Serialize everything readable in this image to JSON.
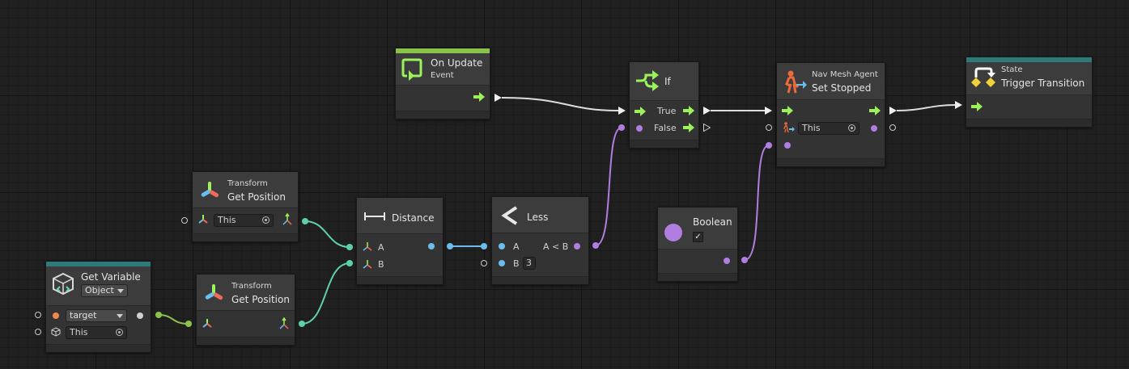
{
  "nodes": {
    "get_variable": {
      "title": "Get Variable",
      "kind": "Object",
      "name_value": "target",
      "target_value": "This"
    },
    "transform1": {
      "subtitle": "Transform",
      "title": "Get Position",
      "target_value": "This"
    },
    "transform2": {
      "subtitle": "Transform",
      "title": "Get Position"
    },
    "distance": {
      "title": "Distance",
      "port_a": "A",
      "port_b": "B"
    },
    "on_update": {
      "title": "On Update",
      "subtitle": "Event"
    },
    "less": {
      "title": "Less",
      "port_a": "A",
      "port_b": "B",
      "output": "A < B",
      "b_value": "3"
    },
    "if_node": {
      "title": "If",
      "true_label": "True",
      "false_label": "False"
    },
    "boolean": {
      "title": "Boolean",
      "checked_mark": "✓"
    },
    "nav_mesh": {
      "subtitle": "Nav Mesh Agent",
      "title": "Set Stopped",
      "target_value": "This"
    },
    "state": {
      "subtitle": "State",
      "title": "Trigger Transition"
    }
  },
  "colors": {
    "background": "#202020",
    "flow": "#9cf25a",
    "vector": "#5ed0a8",
    "float": "#6bbdee",
    "bool": "#b07ee0",
    "object": "#cccccc",
    "event_bar": "#8bc34a",
    "teal_bar": "#2f7a78"
  },
  "icons": {
    "get_variable": "variable-cube-icon",
    "transform": "transform-axes-icon",
    "distance": "distance-ruler-icon",
    "on_update": "update-loop-icon",
    "less": "less-than-icon",
    "if_node": "branch-arrows-icon",
    "boolean": "boolean-circle-icon",
    "nav_mesh": "nav-agent-icon",
    "state": "state-transition-icon"
  }
}
